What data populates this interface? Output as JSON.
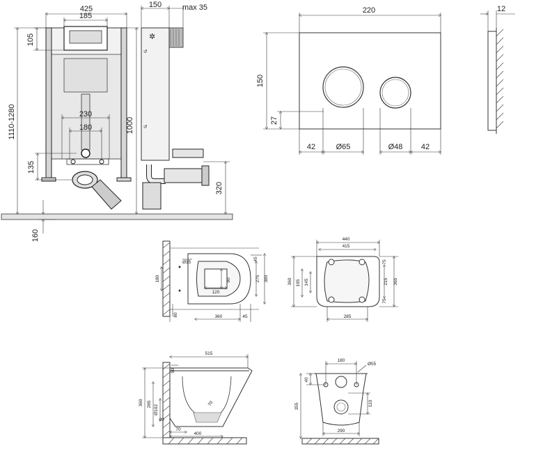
{
  "frame": {
    "width_425": "425",
    "width_185": "185",
    "h_105": "105",
    "h_1110_1280": "1110-1280",
    "h_1000": "1000",
    "w_230": "230",
    "w_180": "180",
    "h_135": "135",
    "h_160": "160"
  },
  "side": {
    "d_150": "150",
    "d_max35": "max 35",
    "h_320": "320"
  },
  "plate": {
    "w_220": "220",
    "h_150": "150",
    "h_27": "27",
    "l_42": "42",
    "d_65": "Ø65",
    "d_48": "Ø48",
    "r_42": "42"
  },
  "plate_side": {
    "t_12": "12"
  },
  "bowl_plan": {
    "a_180": "180",
    "a_90": "90",
    "a_120": "120",
    "a_360": "360",
    "a_45a": "45",
    "a_275": "275",
    "a_380": "380",
    "a_45b": "45",
    "a_15": "Ø15",
    "a_80": "80"
  },
  "seat_plan": {
    "b_440": "440",
    "b_415": "415",
    "b_360": "360",
    "b_195": "195",
    "b_145": "145",
    "b_75a": "75",
    "b_215": "215",
    "b_365": "365",
    "b_75b": "75",
    "b_285": "285"
  },
  "bowl_side": {
    "c_515": "515",
    "c_50": "50",
    "c_360": "360",
    "c_285": "285",
    "c_d102": "Ø102",
    "c_20": "20",
    "c_70a": "70",
    "c_70b": "70",
    "c_400": "400"
  },
  "bowl_rear": {
    "e_180": "180",
    "e_d55": "Ø55",
    "e_40": "40",
    "e_355": "355",
    "e_110": "110",
    "e_290": "290"
  }
}
